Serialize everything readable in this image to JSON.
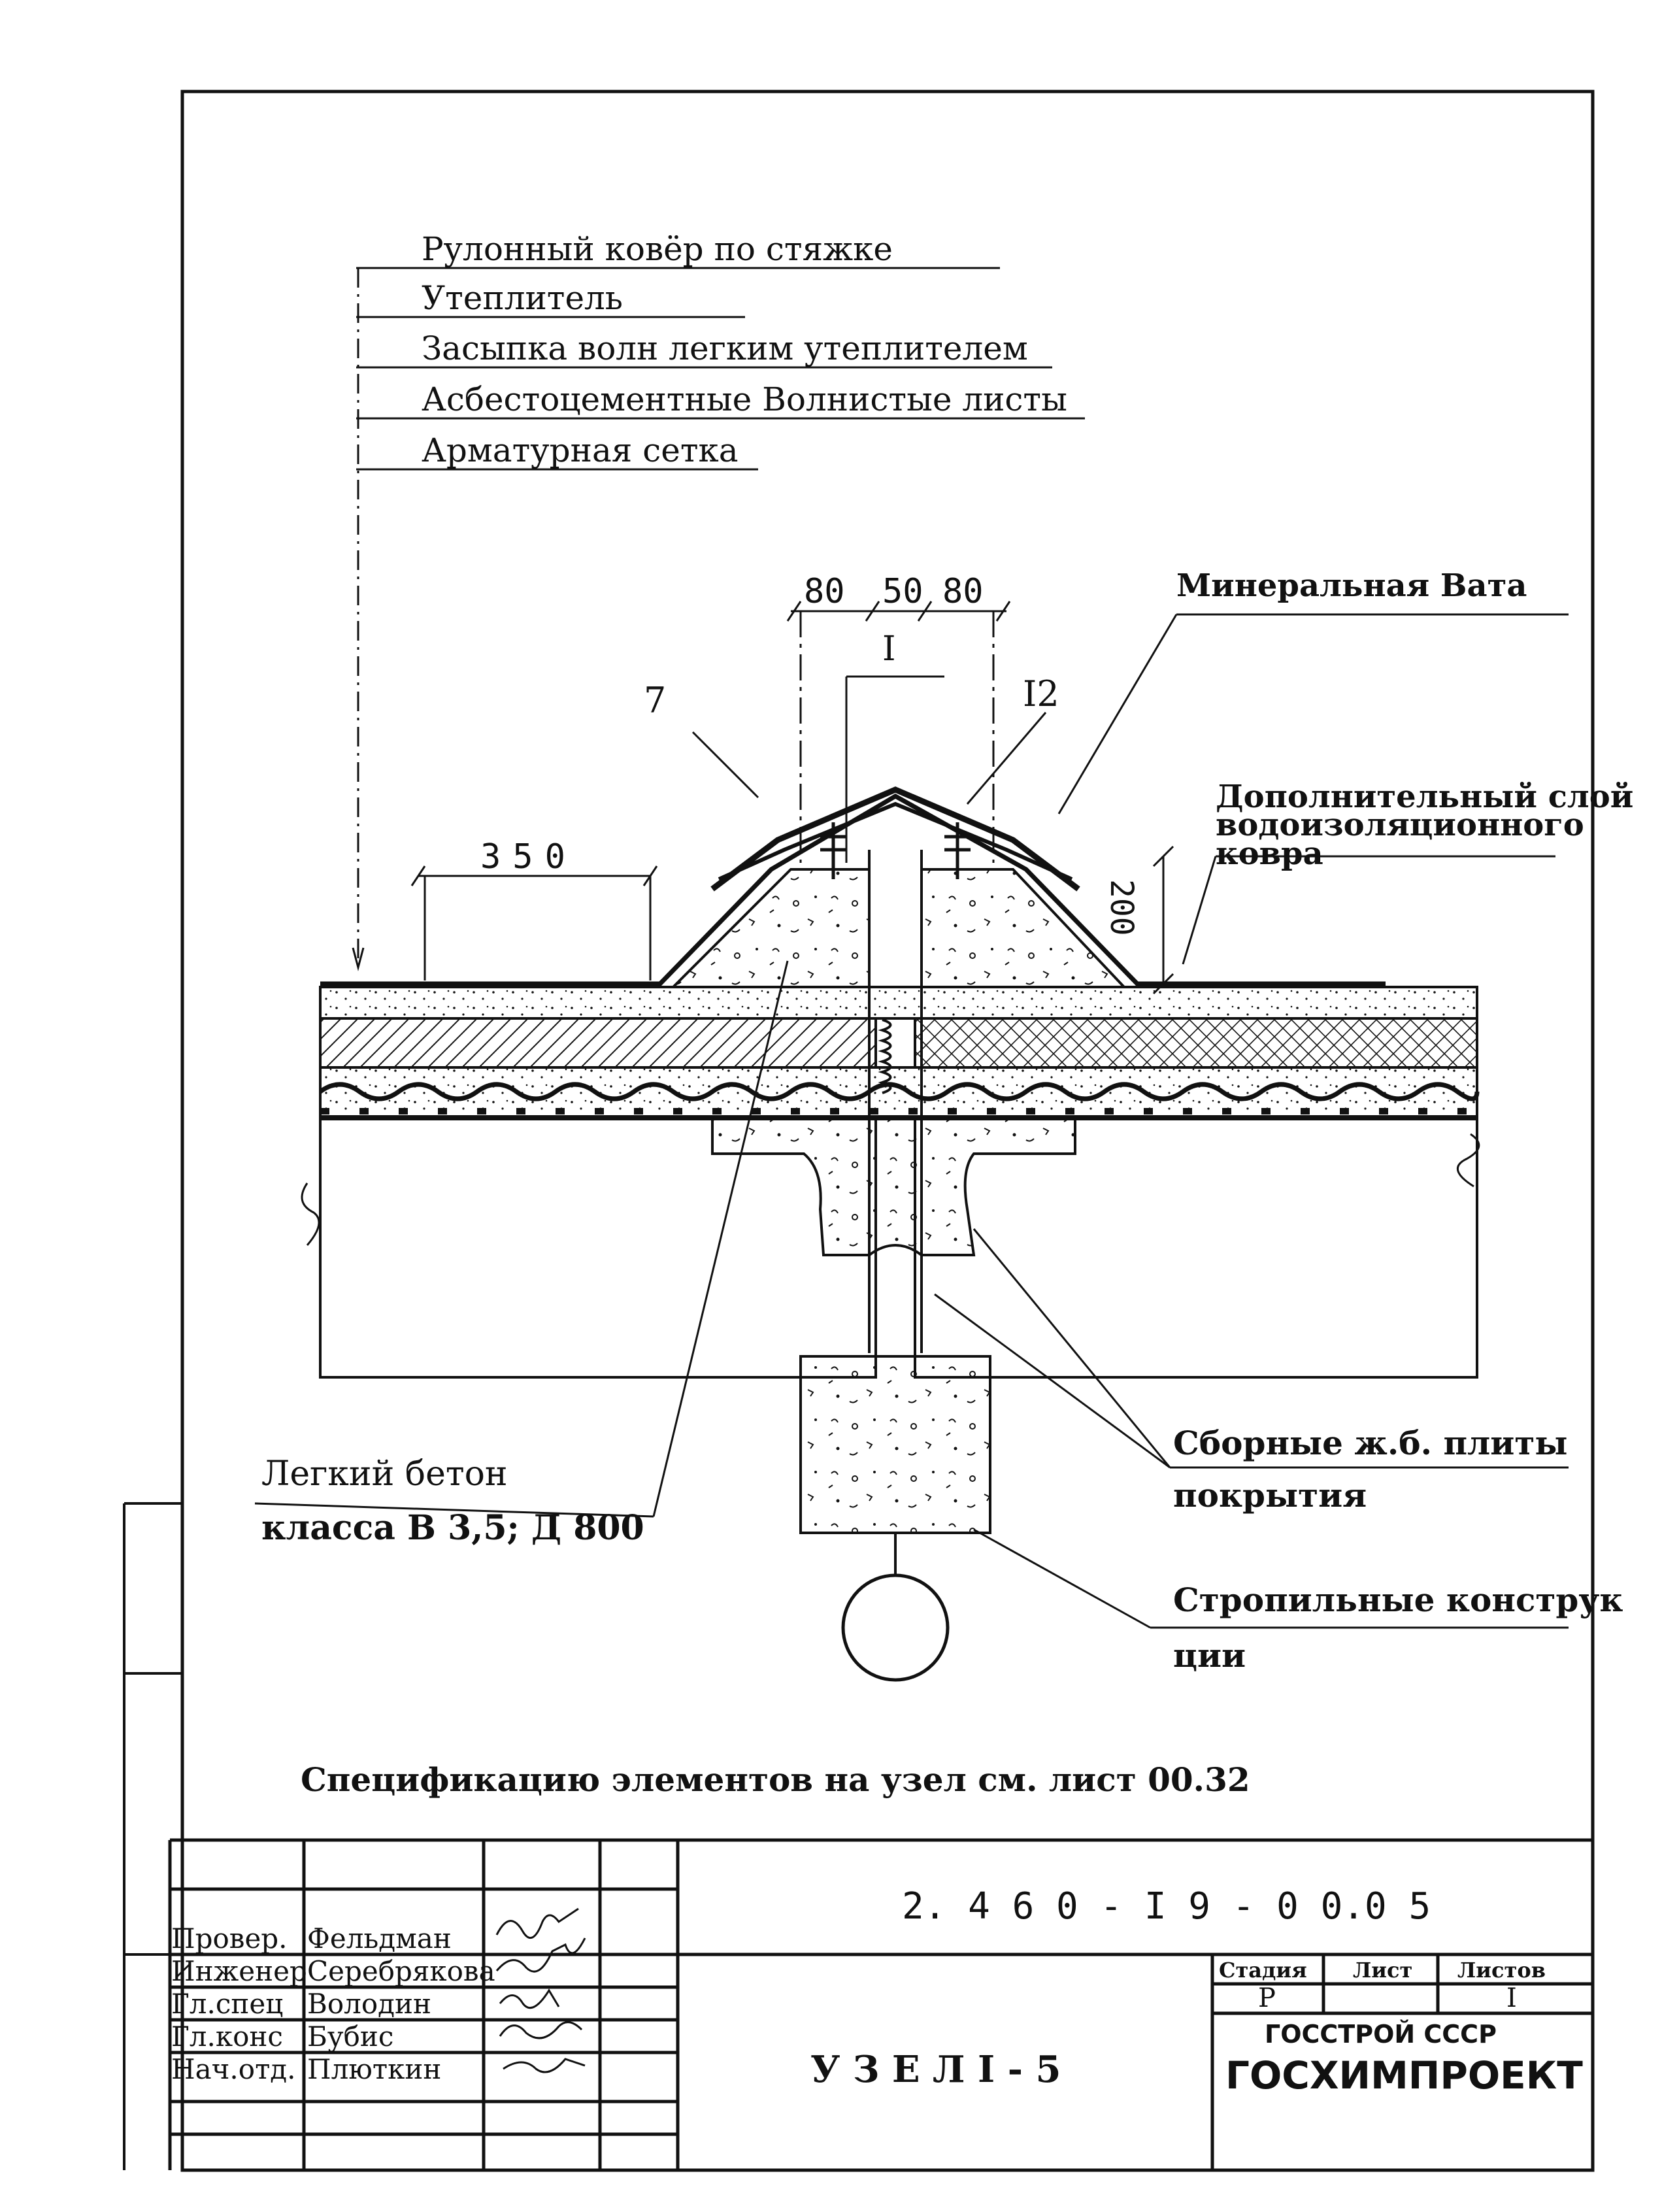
{
  "layer_labels": [
    "Рулонный  ковёр  по  стяжке",
    "Утеплитель",
    "Засыпка волн легким утеплителем",
    "Асбестоцементные Волнистые листы",
    "Арматурная  сетка"
  ],
  "dimensions": {
    "left_gap": "80",
    "middle_gap": "50",
    "right_gap": "80",
    "joint_mark": "I",
    "overhang": "350",
    "height": "200"
  },
  "callouts": {
    "item_7": "7",
    "item_12": "I2",
    "mineral_wool": "Минеральная Вата",
    "extra_layer_line1": "Дополнительный слой",
    "extra_layer_line2": "водоизоляционного",
    "extra_layer_line3": "ковра",
    "light_concrete_line1": "Легкий  бетон",
    "light_concrete_line2": "класса В 3,5; Д 800",
    "slabs_line1": "Сборные ж.б. плиты",
    "slabs_line2": "покрытия",
    "rafters_line1": "Стропильные конструк",
    "rafters_line2": "ции"
  },
  "spec_note": "Спецификацию элементов на узел см. лист  00.32",
  "title_block": {
    "signatures": [
      {
        "role": "Провер.",
        "name": "Фельдман"
      },
      {
        "role": "Инженер",
        "name": "Серебрякова"
      },
      {
        "role": "Гл.спец",
        "name": "Володин"
      },
      {
        "role": "Гл.конс",
        "name": "Бубис"
      },
      {
        "role": "Нач.отд.",
        "name": "Плюткин"
      }
    ],
    "document_code": "2. 4 6 0 - I 9  - 0 0.0 5",
    "drawing_title": "У З Е Л  I - 5",
    "stage_header": "Стадия",
    "sheet_header": "Лист",
    "sheets_header": "Листов",
    "stage_value": "Р",
    "sheet_value": "",
    "sheets_value": "I",
    "org_line1": "ГОССТРОЙ СССР",
    "org_line2": "ГОСХИМПРОЕКТ"
  },
  "colors": {
    "ink": "#111111",
    "paper": "#ffffff"
  }
}
